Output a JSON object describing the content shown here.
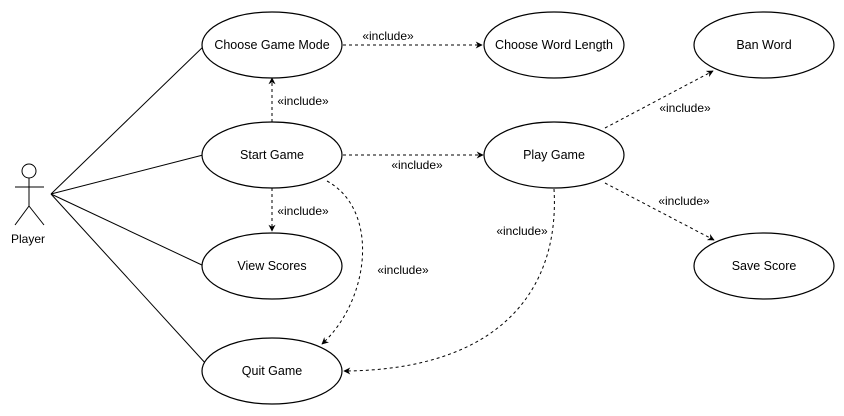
{
  "actor": {
    "label": "Player"
  },
  "use_cases": {
    "choose_mode": "Choose Game Mode",
    "word_length": "Choose Word Length",
    "ban_word": "Ban Word",
    "start_game": "Start Game",
    "play_game": "Play Game",
    "view_scores": "View Scores",
    "save_score": "Save Score",
    "quit_game": "Quit Game"
  },
  "relations": [
    {
      "id": "mode-length",
      "label": "«include»"
    },
    {
      "id": "start-mode",
      "label": "«include»"
    },
    {
      "id": "start-play",
      "label": "«include»"
    },
    {
      "id": "play-ban",
      "label": "«include»"
    },
    {
      "id": "start-scores",
      "label": "«include»"
    },
    {
      "id": "play-save",
      "label": "«include»"
    },
    {
      "id": "play-quit",
      "label": "«include»"
    },
    {
      "id": "start-quit",
      "label": "«include»"
    }
  ]
}
